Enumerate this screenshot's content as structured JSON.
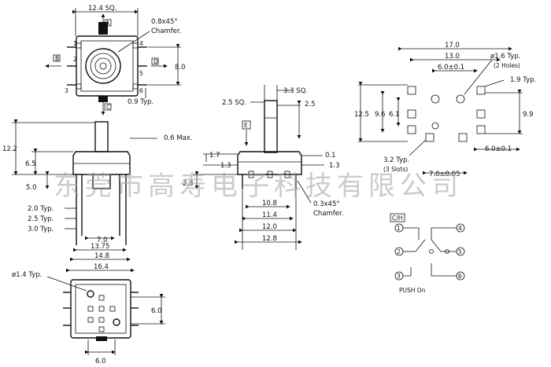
{
  "watermark": "东莞市高寿电子科技有限公司",
  "top_view": {
    "width_label": "12.4 SQ.",
    "height_label": "8.0",
    "pitch_label": "0.9 Typ.",
    "chamfer_value": "0.8x45°",
    "chamfer_label": "Chamfer.",
    "pin_labels": [
      "1",
      "2",
      "3",
      "4",
      "5",
      "6"
    ],
    "arrows": {
      "A": "A",
      "B": "B",
      "C": "C",
      "D": "D"
    }
  },
  "side_view": {
    "dims": {
      "total_height": "12.2",
      "body_height": "6.5",
      "pin_length": "5.0",
      "gap": "0.6 Max.",
      "typ_list": [
        "2.0 Typ.",
        "2.5 Typ.",
        "3.0 Typ."
      ],
      "w1": "7.0",
      "w2": "13.75",
      "w3": "14.8",
      "w4": "16.4"
    }
  },
  "bottom_view": {
    "hole_label": "ø1.4 Typ.",
    "pitch_v": "6.0",
    "pitch_h": "6.0"
  },
  "front_view": {
    "arrow_E": "E",
    "chamfer_value": "0.3x45°",
    "chamfer_label": "Chamfer.",
    "dims": {
      "shaft_sq": "3.3 SQ.",
      "tip_sq": "2.5 SQ.",
      "shaft_len": "2.5",
      "d1": "1.7",
      "d2": "1.3",
      "d3": "2.3",
      "d4": "0.1",
      "d5": "1.3",
      "w1": "10.8",
      "w2": "11.4",
      "w3": "12.0",
      "w4": "12.8"
    }
  },
  "pcb": {
    "hole_label": "ø1.6 Typ.",
    "hole_count": "(2 Holes)",
    "pad_label": "1.9 Typ.",
    "slot_label": "3.2 Typ.",
    "slot_count": "(3 Slots)",
    "dims": {
      "overall_w": "17.0",
      "body_w": "13.0",
      "hole_pitch": "6.0±0.1",
      "h1": "12.5",
      "h2": "9.6",
      "h3": "6.1",
      "h4": "9.9",
      "pitch_b": "6.0±0.1",
      "slot_pitch": "7.0±0.05"
    }
  },
  "circuit": {
    "title": "C/H",
    "pins": [
      "1",
      "2",
      "3",
      "4",
      "5",
      "6"
    ],
    "push_label": "PUSH On"
  }
}
